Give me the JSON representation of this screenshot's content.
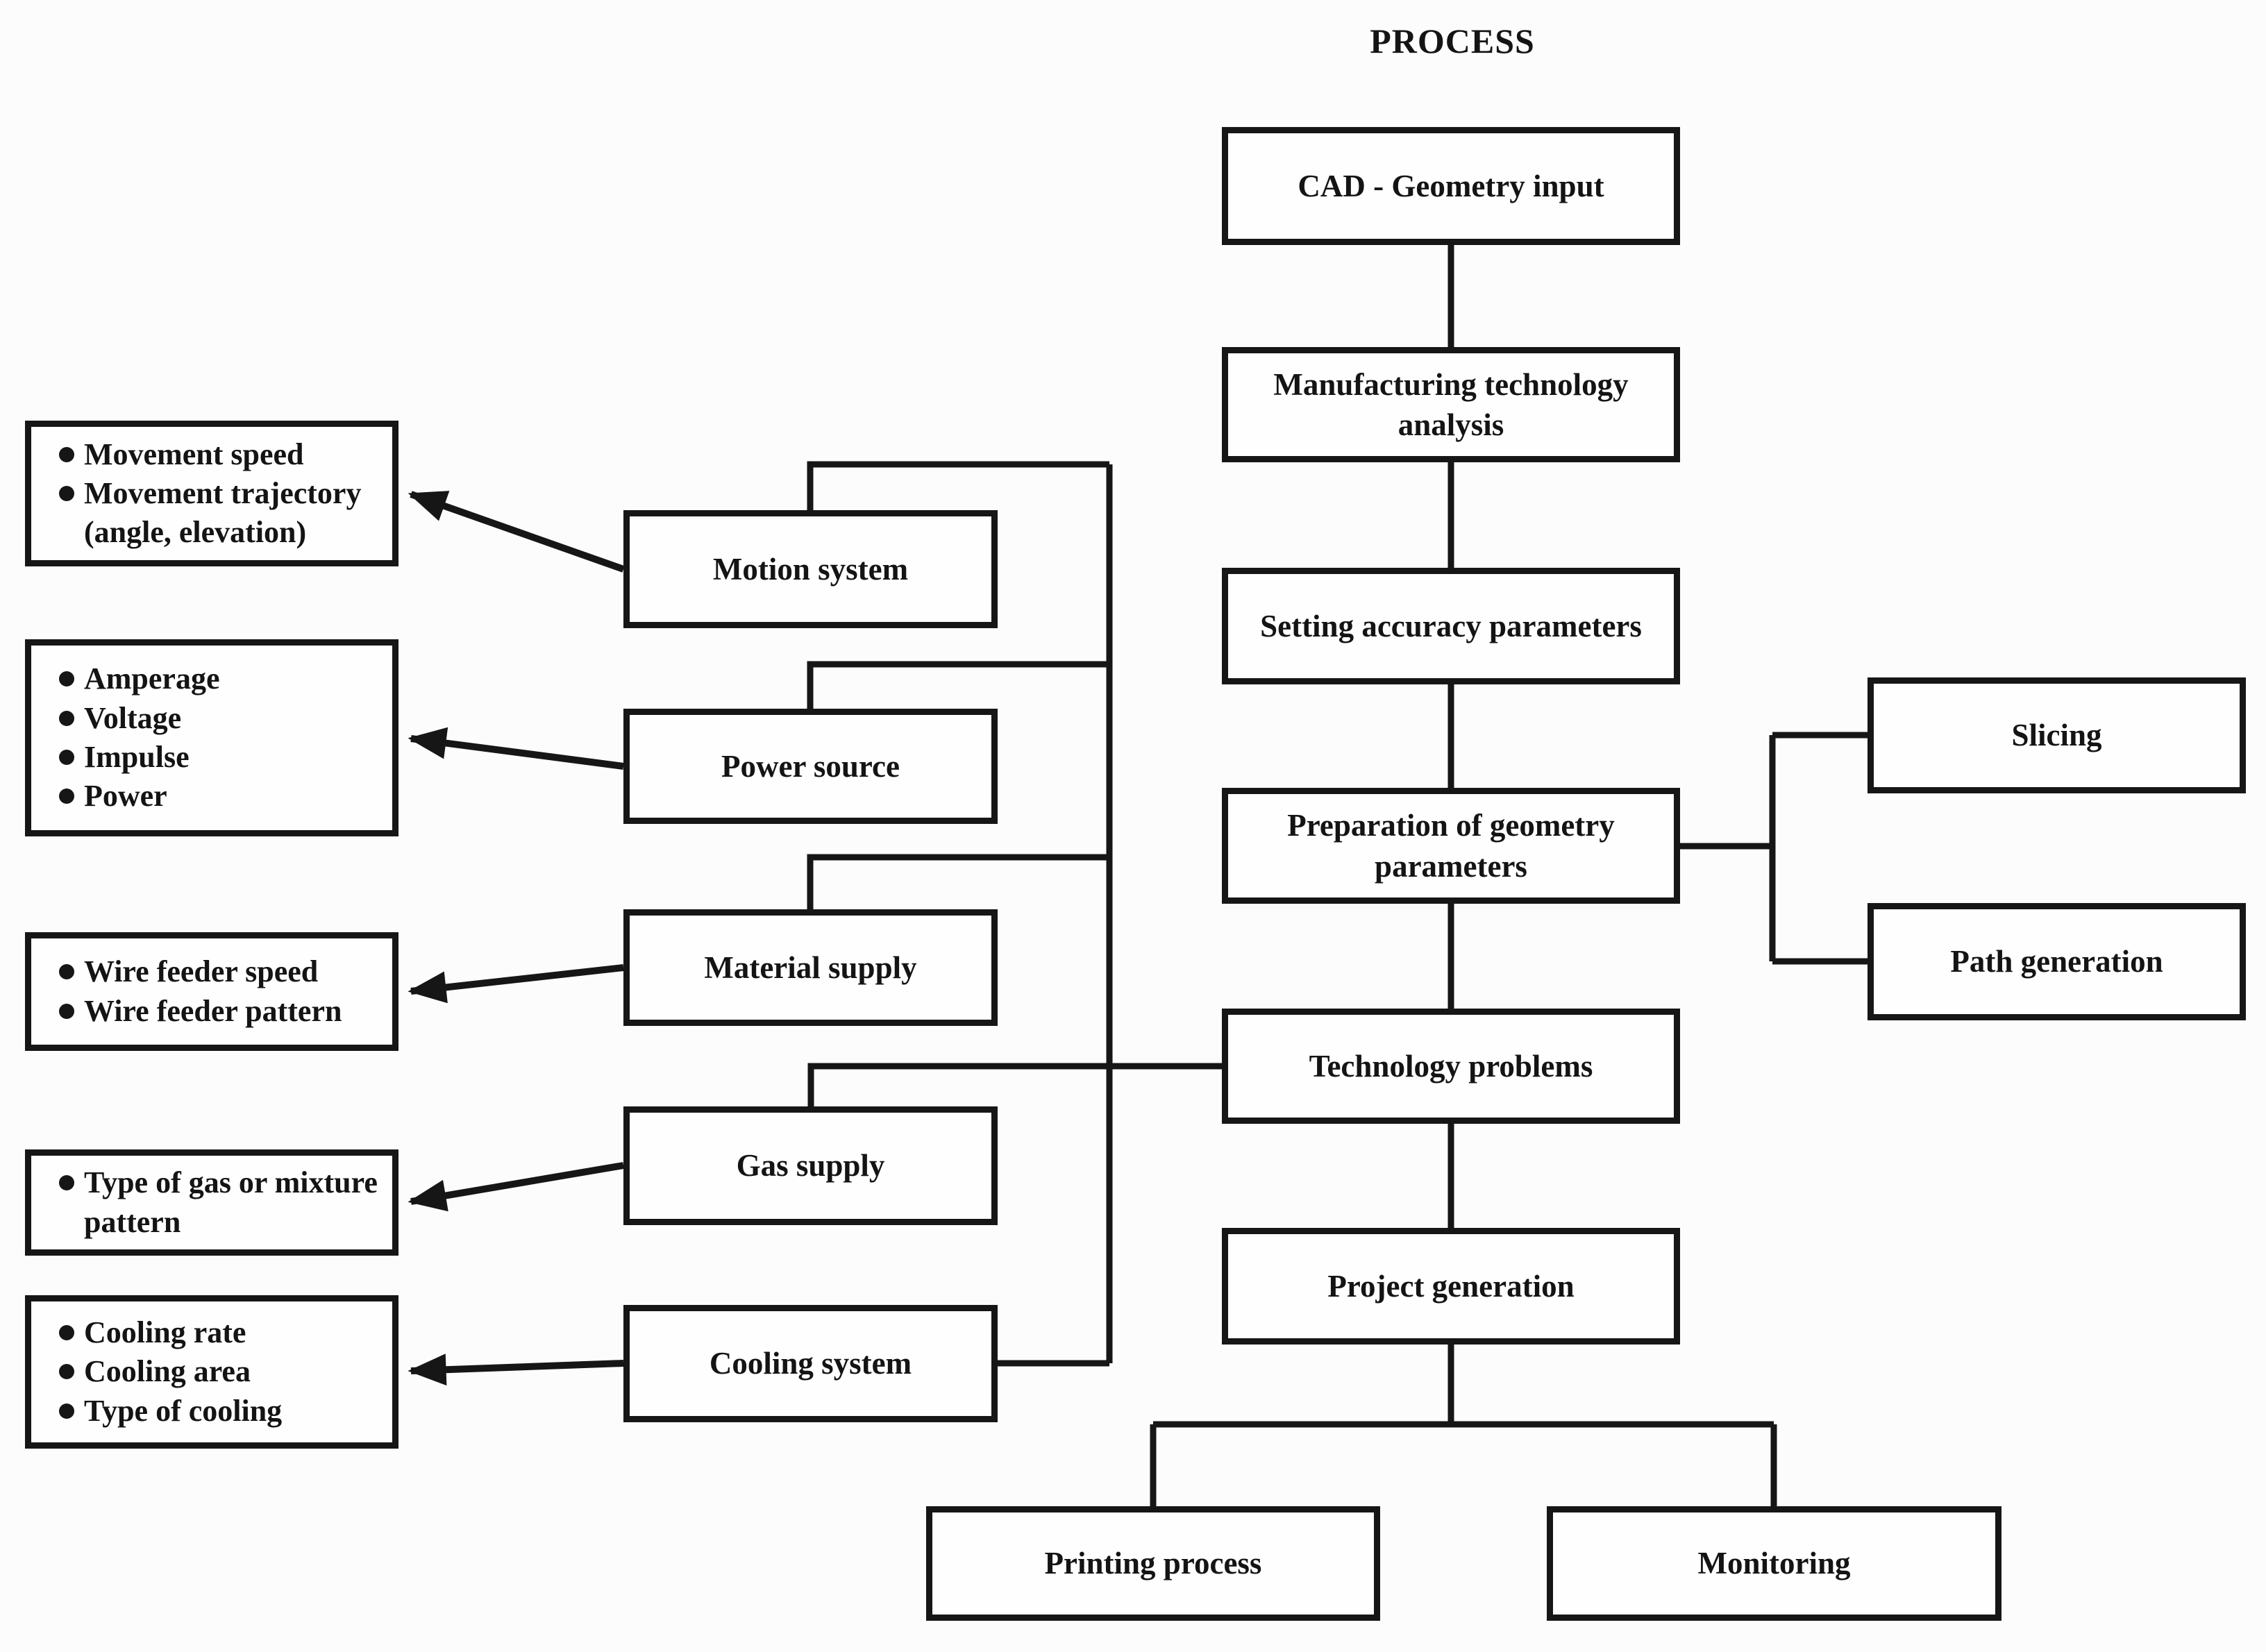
{
  "title": "PROCESS",
  "colors": {
    "ink": "#141414",
    "background": "#fcfcfc",
    "box_fill": "#fefefe"
  },
  "flow": {
    "cad": "CAD - Geometry input",
    "manufacturing": "Manufacturing technology analysis",
    "setting_accuracy": "Setting accuracy parameters",
    "preparation": "Preparation of geometry parameters",
    "technology_problems": "Technology problems",
    "project_generation": "Project generation",
    "slicing": "Slicing",
    "path_generation": "Path generation",
    "printing_process": "Printing process",
    "monitoring": "Monitoring"
  },
  "systems": [
    {
      "label": "Motion system",
      "params": [
        "Movement speed",
        "Movement trajectory (angle, elevation)"
      ]
    },
    {
      "label": "Power source",
      "params": [
        "Amperage",
        "Voltage",
        "Impulse",
        "Power"
      ]
    },
    {
      "label": "Material supply",
      "params": [
        "Wire feeder speed",
        "Wire feeder pattern"
      ]
    },
    {
      "label": "Gas supply",
      "params": [
        "Type of gas or mixture pattern"
      ]
    },
    {
      "label": "Cooling system",
      "params": [
        "Cooling rate",
        "Cooling area",
        "Type of cooling"
      ]
    }
  ]
}
